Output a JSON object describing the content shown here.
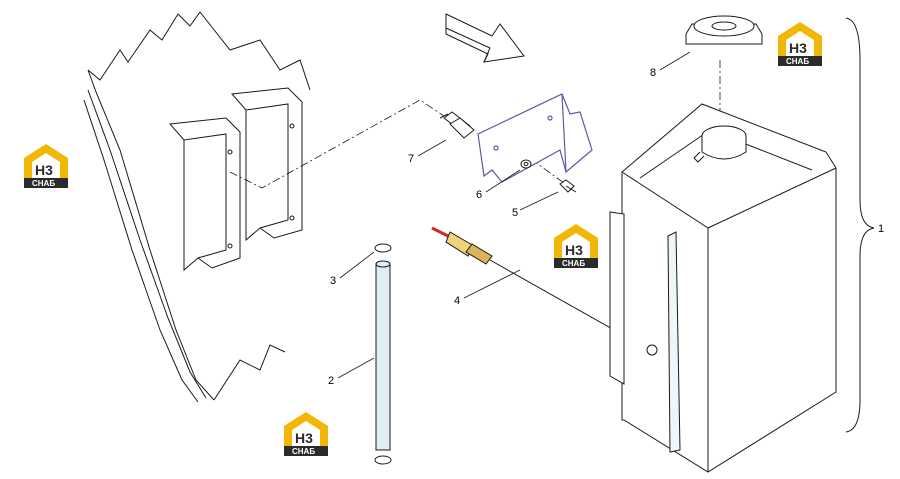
{
  "callouts": [
    {
      "id": "1",
      "text": "1"
    },
    {
      "id": "2",
      "text": "2"
    },
    {
      "id": "3",
      "text": "3"
    },
    {
      "id": "4",
      "text": "4"
    },
    {
      "id": "5",
      "text": "5"
    },
    {
      "id": "6",
      "text": "6"
    },
    {
      "id": "7",
      "text": "7"
    },
    {
      "id": "8",
      "text": "8"
    }
  ],
  "watermark": {
    "letters": "H3",
    "sub": "СНАБ",
    "icon": "house-logo-icon",
    "colors": {
      "gold": "#F2B705",
      "dark": "#2B2B2B"
    }
  },
  "colors": {
    "line": "#1a1a1a",
    "bracket": "#5a5aa8",
    "tube": "#dfeef4",
    "sensor_red": "#cc2a2a"
  }
}
